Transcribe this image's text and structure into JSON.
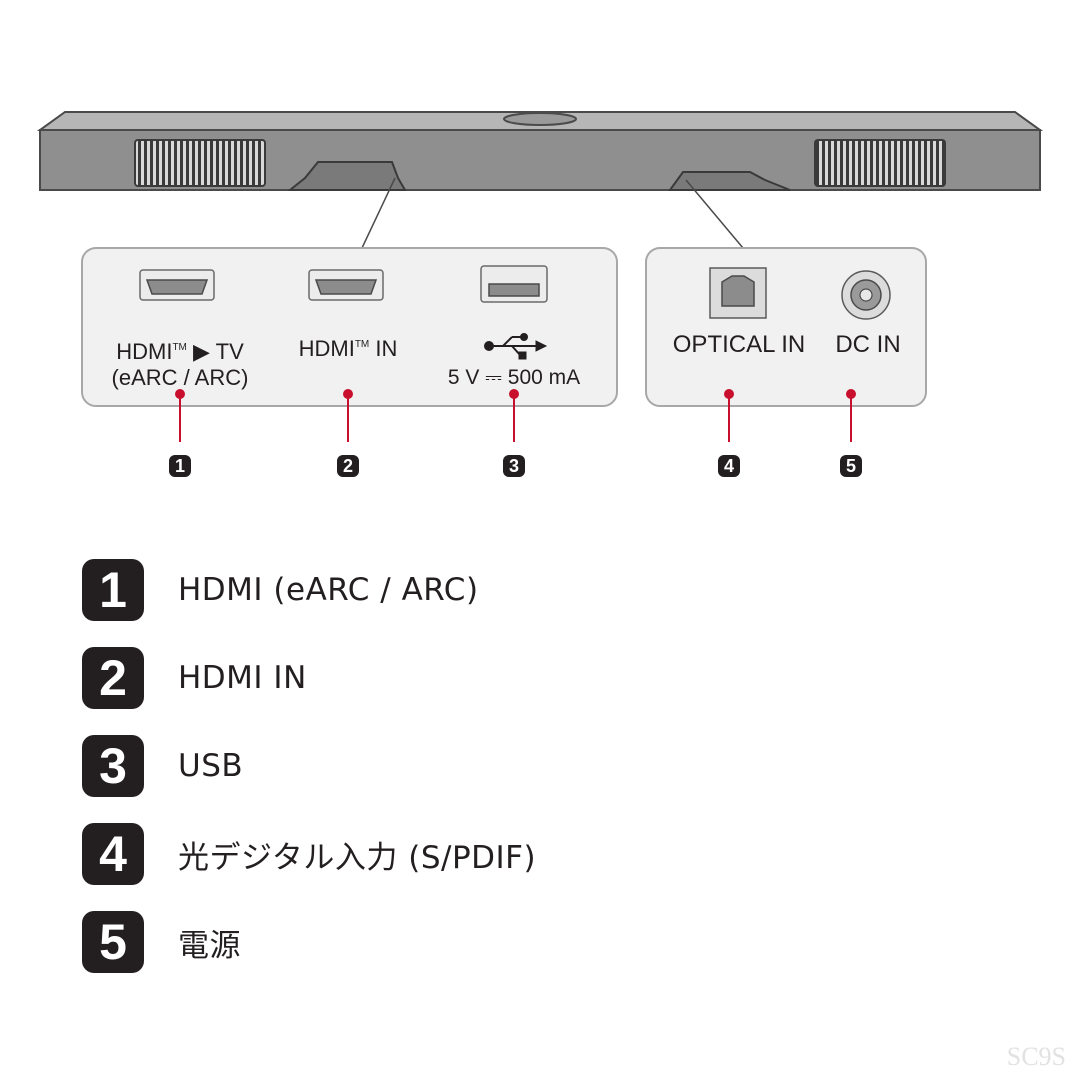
{
  "ports": [
    {
      "number": "1",
      "label_line1": "HDMI",
      "label_tm": "TM",
      "label_arrow": "▶",
      "label_tv": "TV",
      "label_line2": "(eARC / ARC)"
    },
    {
      "number": "2",
      "label_line1": "HDMI",
      "label_tm": "TM",
      "label_line1_suffix": "IN"
    },
    {
      "number": "3",
      "label_line1": "5 V ⎓ 500 mA",
      "icon": "usb-icon"
    },
    {
      "number": "4",
      "label_line1": "OPTICAL IN"
    },
    {
      "number": "5",
      "label_line1": "DC IN"
    }
  ],
  "legend": [
    {
      "number": "1",
      "text": "HDMI (eARC / ARC)"
    },
    {
      "number": "2",
      "text": "HDMI IN"
    },
    {
      "number": "3",
      "text": "USB"
    },
    {
      "number": "4",
      "text": "光デジタル入力 (S/PDIF)"
    },
    {
      "number": "5",
      "text": "電源"
    }
  ],
  "model": "SC9S",
  "colors": {
    "body": "#8a8a8a",
    "panel_fill": "#f1f1f1",
    "panel_stroke": "#a8a8a8",
    "leader": "#c8102e",
    "badge": "#231f20"
  }
}
